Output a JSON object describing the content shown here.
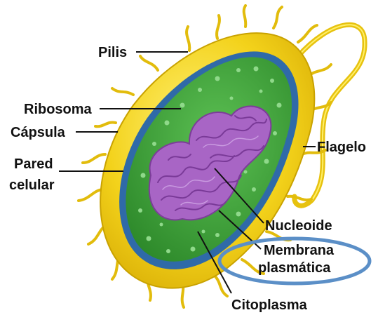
{
  "labels": {
    "pilis": "Pilis",
    "ribosoma": "Ribosoma",
    "capsula": "Cápsula",
    "pared_line1": "Pared",
    "pared_line2": "celular",
    "flagelo": "Flagelo",
    "nucleoide": "Nucleoide",
    "membrana_line1": "Membrana",
    "membrana_line2": "plasmática",
    "citoplasma": "Citoplasma"
  },
  "highlight": {
    "target": "Membrana plasmática",
    "shape": "ellipse",
    "color": "#5b8fc7"
  },
  "colors": {
    "capsule": "#f3d21b",
    "capsule_edge": "#c9a200",
    "membrane": "#2f6aa8",
    "cytoplasm": "#3fa33a",
    "nucleoid": "#9a5bb8",
    "leader_lines": "#111111"
  }
}
